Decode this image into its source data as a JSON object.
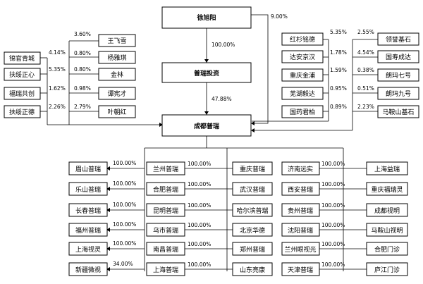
{
  "nodes": {
    "xu": "徐旭阳",
    "puhui": "普瑞投资",
    "chengdu": "成都普瑞",
    "wang": "王飞雪",
    "yang": "杨雅琪",
    "jin": "金林",
    "tan": "谭宪才",
    "ye": "叶朝红",
    "jinguan": "锦官青城",
    "fusuizx": "扶绥正心",
    "fuxie": "福瑞共创",
    "fusuizd": "扶绥正德",
    "hongshan": "红杉铭德",
    "daan": "达安京汉",
    "chongqingjp": "重庆金浦",
    "wuhu": "芜湖毅达",
    "guoyao": "国药君柏",
    "lingpu": "领誉基石",
    "guoshou": "国寿成达",
    "langma7": "朗玛七号",
    "langma9": "朗玛九号",
    "maanshan": "马鞍山基石",
    "meishan": "眉山普瑞",
    "leshan": "乐山普瑞",
    "changchun": "长春普瑞",
    "fuzhou": "福州普瑞",
    "shanghaijl": "上海视灵",
    "xinjiang": "新疆微视",
    "lanzhou": "兰州普瑞",
    "hefei": "合肥普瑞",
    "kunming": "昆明普瑞",
    "wushi": "乌市普瑞",
    "nanchang": "南昌普瑞",
    "shanghaipr": "上海普瑞",
    "chongqingpr": "重庆普瑞",
    "wuhan": "武汉普瑞",
    "haerbin": "哈尔滨普瑞",
    "beijing": "北京华德",
    "zhengzhou": "郑州普瑞",
    "shandong": "山东亮康",
    "jinan": "济南远实",
    "xian": "西安普瑞",
    "guizhou": "贵州普瑞",
    "shenyang": "沈阳普瑞",
    "lanzhouyan": "兰州眼视光",
    "tianjin": "天津普瑞",
    "shanghaiyi": "上海益瑞",
    "chongqingfr": "重庆福瑞灵",
    "chengduyr": "成都视明",
    "maanshanyr": "马鞍山视明",
    "hefeimz": "合肥门诊",
    "lujiang": "庐江门诊"
  },
  "pcts": {
    "xu_puhui": "100.00%",
    "xu_chengdu": "9.00%",
    "puhui_chengdu": "47.88%",
    "jinguan": "4.14%",
    "fusuizx": "5.35%",
    "fuxie": "1.62%",
    "fusuizd": "2.26%",
    "wang": "3.60%",
    "yang": "0.80%",
    "jin": "0.80%",
    "tan": "0.98%",
    "ye": "2.79%",
    "hongshan": "5.35%",
    "daan": "1.78%",
    "chongqingjp": "1.59%",
    "wuhu": "0.95%",
    "guoyao": "0.89%",
    "lingpu": "2.55%",
    "guoshou": "4.54%",
    "langma7": "0.38%",
    "langma9": "0.51%",
    "maanshan": "2.23%",
    "full": "100.00%",
    "xinjiang": "34.00%"
  }
}
